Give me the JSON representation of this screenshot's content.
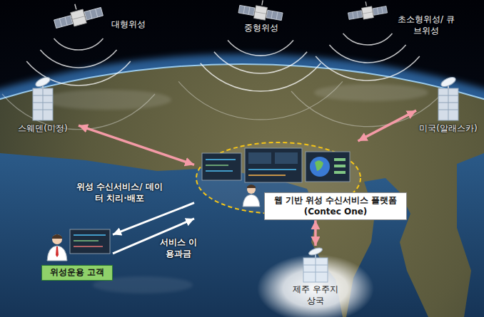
{
  "diagram": {
    "nodes": [
      {
        "text": [
          "대형위성"
        ]
      },
      {
        "text": [
          "중형위성"
        ]
      },
      {
        "text": [
          "초소형위성/ 큐브위성"
        ]
      },
      {
        "text": [
          "스웨덴(미정)"
        ]
      },
      {
        "text": [
          "미국(알래스카)"
        ]
      },
      {
        "text": [
          "웹 기반 위성 수신서비스 플랫폼 (Contec One)"
        ]
      },
      {
        "text": [
          "위성운용 고객"
        ]
      },
      {
        "text": [
          "제주 우주지상국"
        ]
      }
    ],
    "edges": [
      {
        "from": 5,
        "to": 3,
        "arrow": "both"
      },
      {
        "from": 5,
        "to": 4,
        "arrow": "both"
      },
      {
        "from": 5,
        "to": 6,
        "arrow": "to",
        "label": "위성 수신서비스/ 데이터 치리·배포"
      },
      {
        "from": 6,
        "to": 5,
        "arrow": "to",
        "label": "서비스 이용과금"
      },
      {
        "from": 5,
        "to": 7,
        "arrow": "both"
      }
    ]
  }
}
